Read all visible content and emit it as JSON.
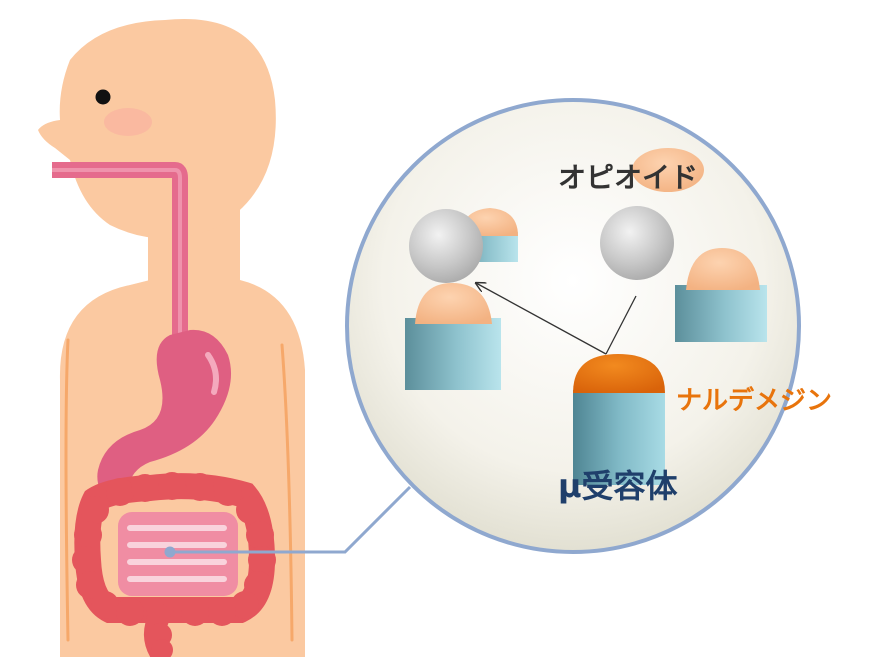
{
  "labels": {
    "opioid": "オピオイド",
    "naldemedine": "ナルデメジン",
    "mu_receptor": "μ受容体"
  },
  "colors": {
    "skin": "#fbc9a1",
    "skin_outline": "#f6a86a",
    "digestive_pink": "#e56b8d",
    "stomach": "#df5f82",
    "intestine_red": "#e4555c",
    "zoom_border": "#8fa8cf",
    "receptor_teal": "#74aab6",
    "opioid_peach": "#f8c39a",
    "blocker_gray": "#c4c4c4",
    "naldemedine_orange": "#e8740c",
    "mu_text": "#1f3f6b",
    "opioid_text": "#333333"
  }
}
